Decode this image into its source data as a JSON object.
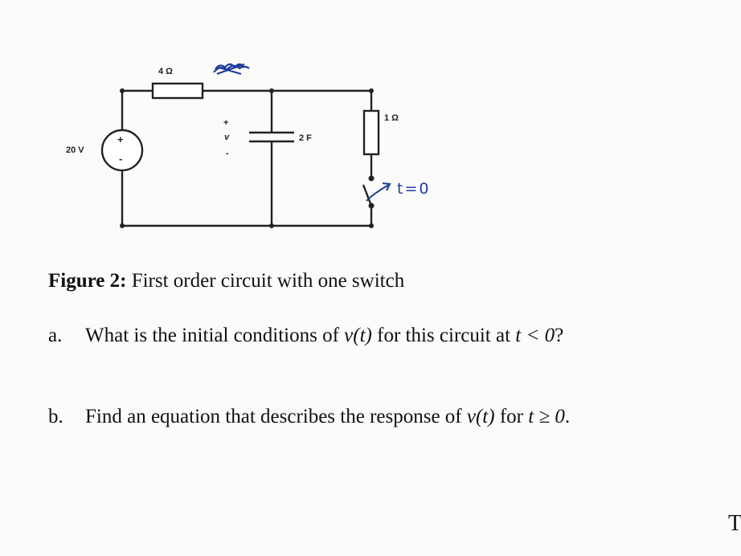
{
  "circuit": {
    "resistor_top_label": "4 Ω",
    "resistor_right_label": "1 Ω",
    "capacitor_label": "2 F",
    "source_label": "20 V",
    "source_plus": "+",
    "source_minus": "-",
    "vplus": "+",
    "vlabel": "v",
    "vminus": "-",
    "switch_label": "t=0",
    "colors": {
      "wire": "#222222",
      "handwriting": "#1f3d9a"
    }
  },
  "figure": {
    "label": "Figure 2:",
    "caption": " First order circuit with one switch"
  },
  "questions": {
    "a": {
      "letter": "a.",
      "text_1": "What is the initial conditions of ",
      "var": "v(t)",
      "text_2": " for this circuit at ",
      "cond": "t < 0",
      "text_3": "?"
    },
    "b": {
      "letter": "b.",
      "text_1": "Find an equation that describes the response of ",
      "var": "v(t)",
      "text_2": " for ",
      "cond": "t ≥ 0",
      "text_3": "."
    }
  },
  "page_edge_char": "T"
}
